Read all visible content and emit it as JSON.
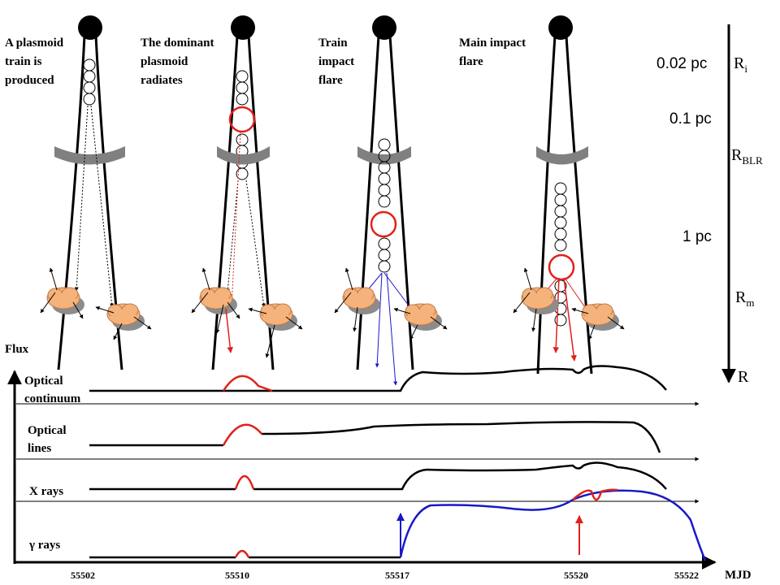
{
  "panels": [
    {
      "caption": [
        "A plasmoid",
        "train is",
        "produced"
      ]
    },
    {
      "caption": [
        "The dominant",
        "plasmoid",
        "radiates"
      ]
    },
    {
      "caption": [
        "Train",
        "impact",
        "flare"
      ]
    },
    {
      "caption": [
        "Main impact",
        "flare"
      ]
    }
  ],
  "distance_scale": {
    "labels": [
      "0.02 pc",
      "0.1 pc",
      "1 pc"
    ],
    "radii": {
      "Ri": {
        "base": "R",
        "sub": "i"
      },
      "RBLR": {
        "base": "R",
        "sub": "BLR"
      },
      "Rm": {
        "base": "R",
        "sub": "m"
      },
      "R": "R"
    }
  },
  "lightcurves": {
    "yaxis_label": "Flux",
    "xaxis_label": "MJD",
    "bands": [
      [
        "Optical",
        "continuum"
      ],
      [
        "Optical",
        "lines"
      ],
      [
        "X rays"
      ],
      [
        "γ rays"
      ]
    ],
    "ticks": [
      "55502",
      "55510",
      "55517",
      "55520",
      "55522"
    ]
  },
  "colors": {
    "ink": "#000000",
    "dominant_plasmoid": "#e0211b",
    "gamma_curve": "#1818c8",
    "cloud": "#f5b27a",
    "cloud_shadow": "#8c8c8c",
    "blr_band": "#808080"
  }
}
